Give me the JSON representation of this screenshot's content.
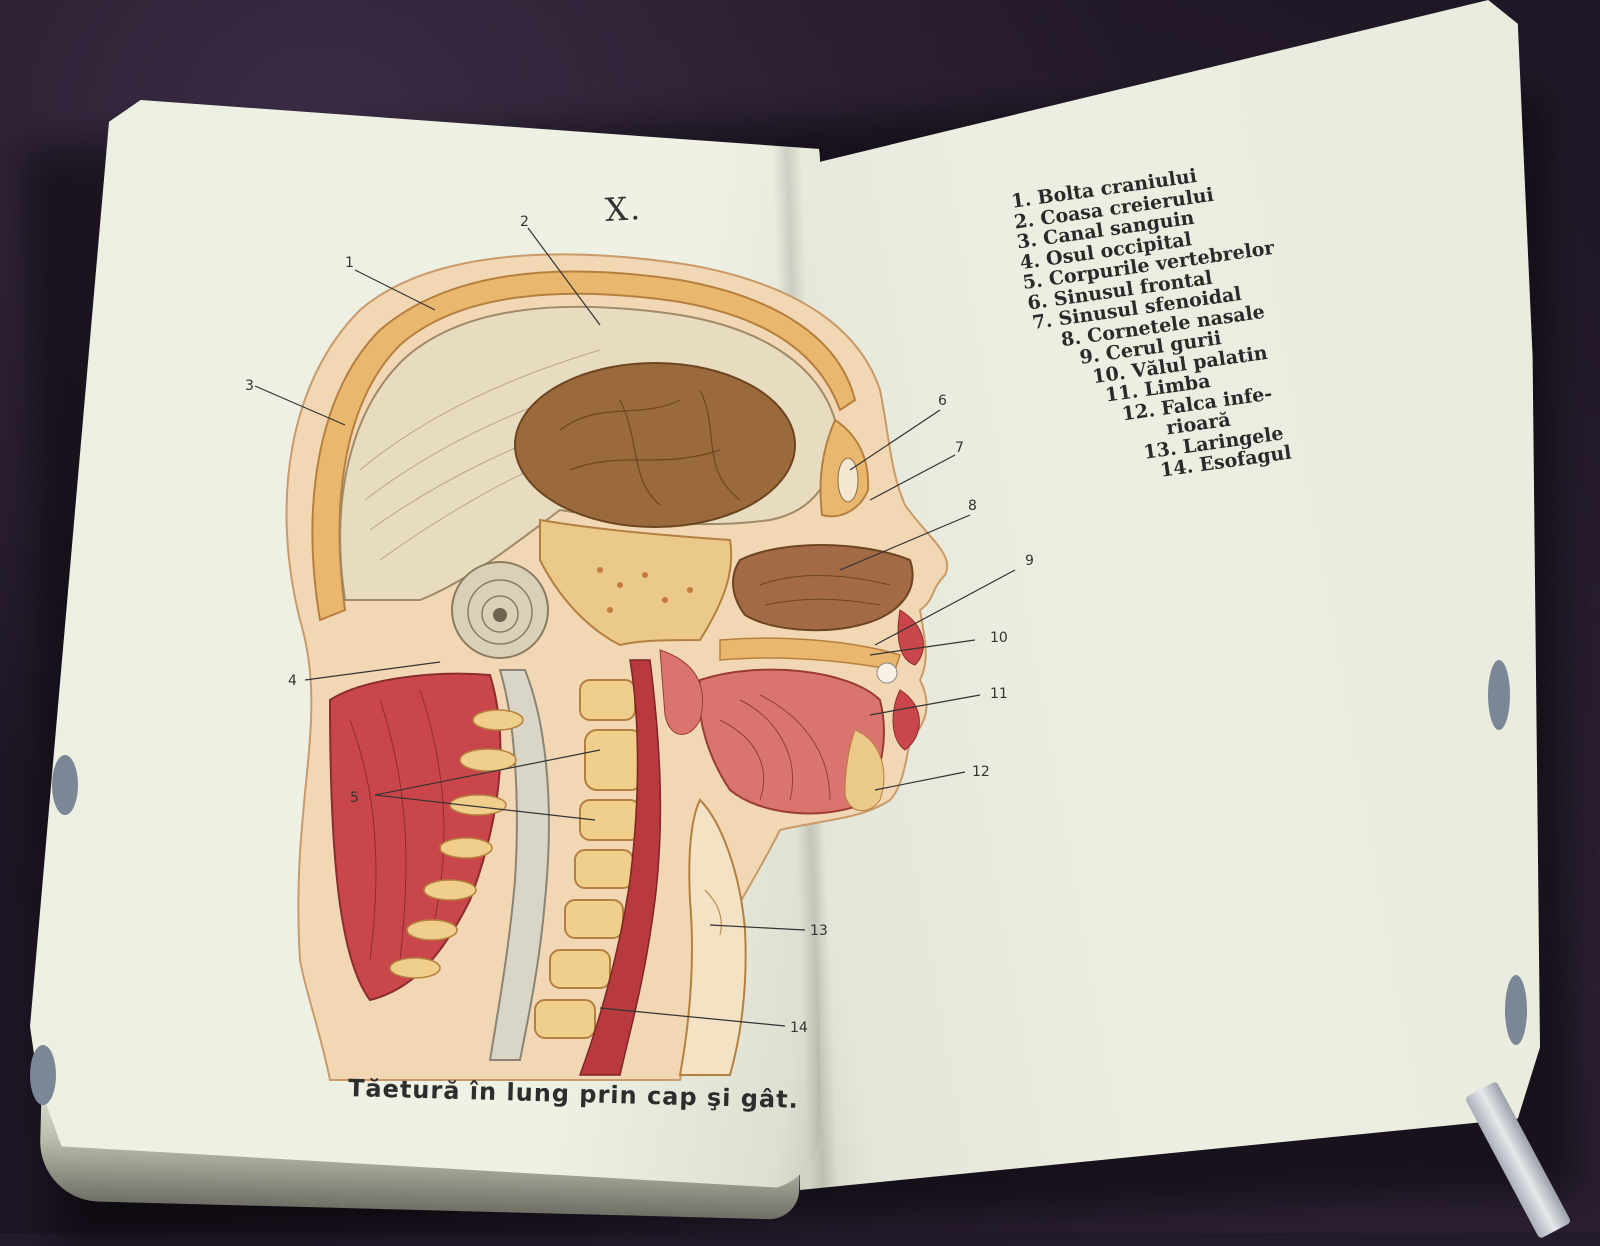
{
  "plate": {
    "number": "X.",
    "caption": "Tăetură în lung prin cap şi gât."
  },
  "legend": [
    "1. Bolta craniului",
    "2. Coasa creierului",
    "3. Canal sanguin",
    "4. Osul occipital",
    "5. Corpurile vertebrelor",
    "6. Sinusul frontal",
    "7. Sinusul sfenoidal",
    "8. Cornetele nasale",
    "9. Cerul gurii",
    "10. Vălul palatin",
    "11. Limba",
    "12. Falca infe-",
    "rioară",
    "13. Laringele",
    "14. Esofagul"
  ],
  "callouts": [
    "1",
    "2",
    "3",
    "4",
    "5",
    "6",
    "7",
    "8",
    "9",
    "10",
    "11",
    "12",
    "13",
    "14"
  ],
  "colors": {
    "page": "#eceee2",
    "background": "#231a2b",
    "bone": "#e8c88e",
    "muscle": "#c9474a",
    "brain": "#9a6a3c",
    "tab": "#7c8796"
  }
}
